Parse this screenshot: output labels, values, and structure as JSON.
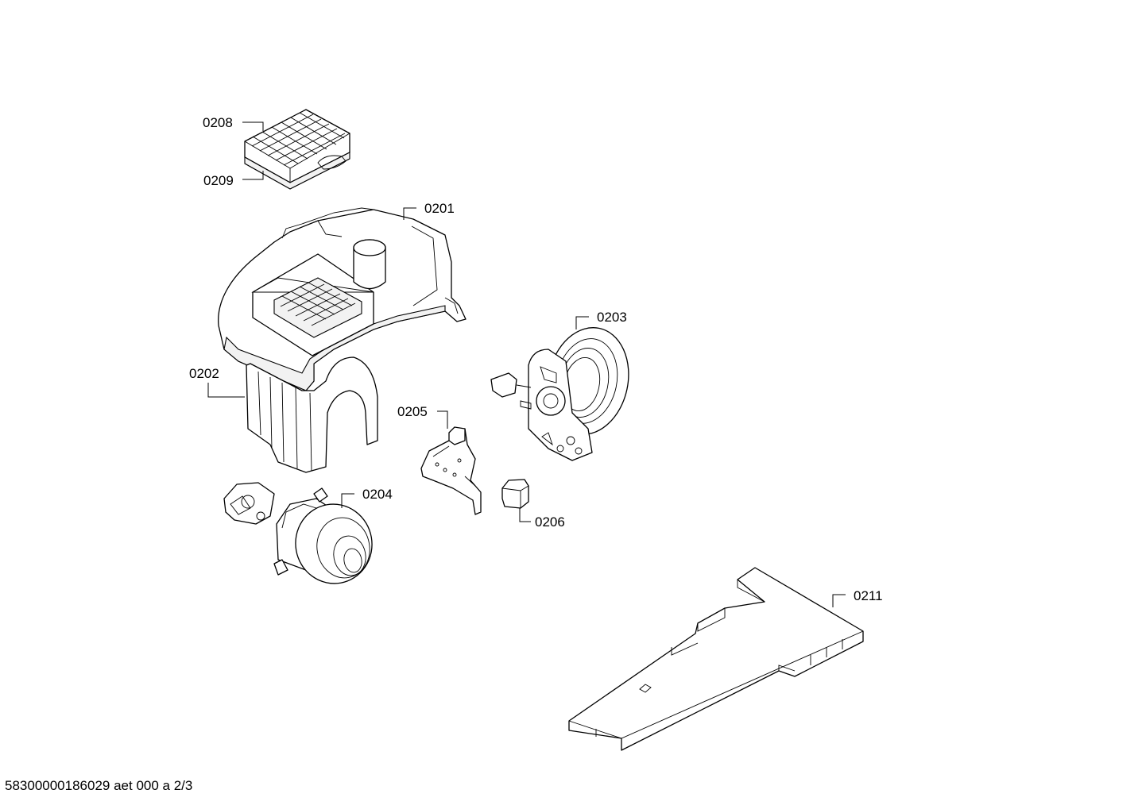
{
  "labels": {
    "p0201": "0201",
    "p0202": "0202",
    "p0203": "0203",
    "p0204": "0204",
    "p0205": "0205",
    "p0206": "0206",
    "p0208": "0208",
    "p0209": "0209",
    "p0211": "0211"
  },
  "footer": "58300000186029 aet 000 a 2/3"
}
